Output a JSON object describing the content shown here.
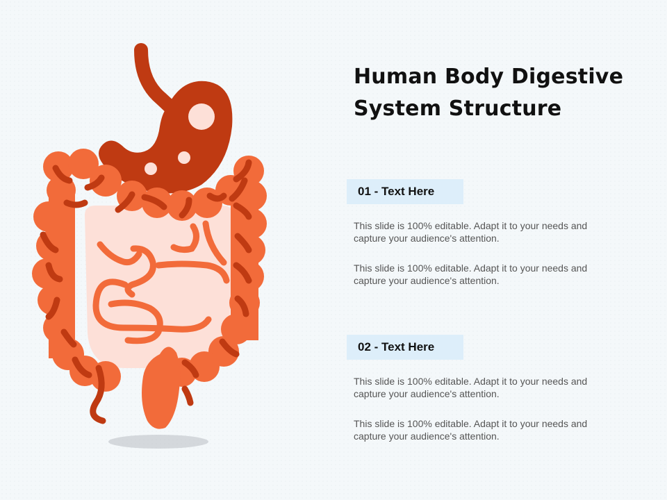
{
  "slide": {
    "title_line1": "Human Body Digestive",
    "title_line2": "System Structure"
  },
  "sections": [
    {
      "label": "01 - Text Here",
      "paragraphs": [
        "This slide is 100% editable. Adapt it to your needs and capture your audience's attention.",
        "This slide is 100% editable. Adapt it to your needs and capture your audience's attention."
      ]
    },
    {
      "label": "02 - Text Here",
      "paragraphs": [
        "This slide is 100% editable. Adapt it to your needs and capture your audience's attention.",
        "This slide is 100% editable. Adapt it to your needs and capture your audience's attention."
      ]
    }
  ],
  "colors": {
    "stomach": "#bf3a12",
    "colon": "#f26b3a",
    "small_intestine_bg": "#fde0d8",
    "tag_bg": "#ddeefa"
  },
  "icons": [
    "digestive-system-icon"
  ]
}
